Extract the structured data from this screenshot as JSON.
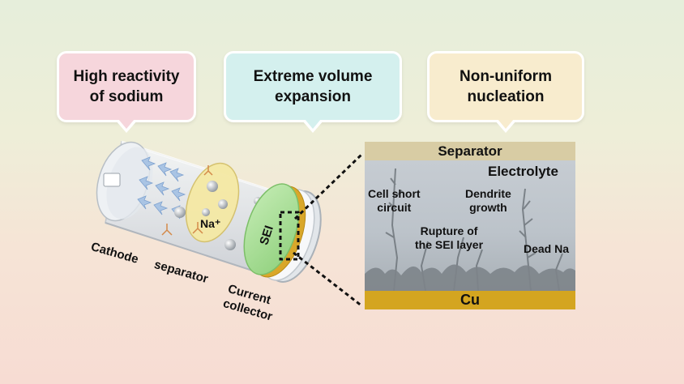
{
  "bubbles": {
    "reactivity": {
      "line1": "High reactivity",
      "line2": "of sodium"
    },
    "expansion": {
      "line1": "Extreme volume",
      "line2": "expansion"
    },
    "nucleation": {
      "line1": "Non-uniform",
      "line2": "nucleation"
    }
  },
  "battery": {
    "cathode_label": "Cathode",
    "separator_label": "separator",
    "collector_line1": "Current",
    "collector_line2": "collector",
    "na_label": "Na⁺",
    "sei_label": "SEI"
  },
  "micrograph": {
    "separator": "Separator",
    "electrolyte": "Electrolyte",
    "cu": "Cu",
    "short_line1": "Cell short",
    "short_line2": "circuit",
    "dendrite_line1": "Dendrite",
    "dendrite_line2": "growth",
    "rupture_line1": "Rupture of",
    "rupture_line2": "the SEI layer",
    "dead_na": "Dead Na"
  },
  "colors": {
    "bubble_pink": "#f6d6dc",
    "bubble_teal": "#d4f0ee",
    "bubble_cream": "#f8ecce",
    "cu_gold": "#d4a520",
    "sei_green": "#a8dc98"
  }
}
